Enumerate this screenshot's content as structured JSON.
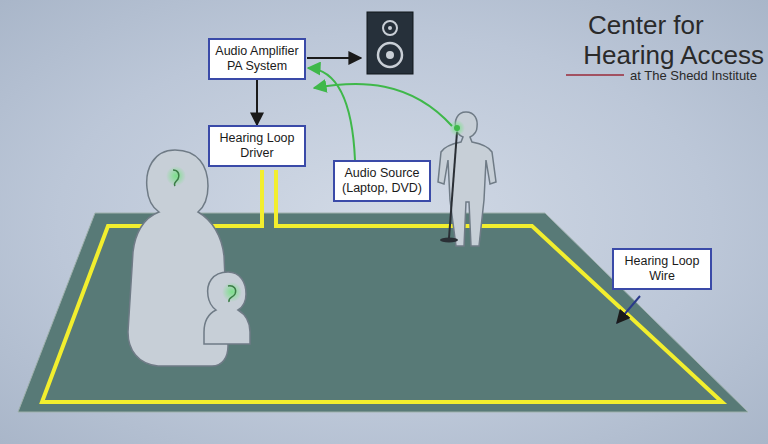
{
  "diagram": {
    "nodes": [
      {
        "text": [
          "Audio Amplifier PA System"
        ]
      },
      {
        "text": [
          "Hearing Loop Driver"
        ]
      },
      {
        "text": [
          "Audio Source (Laptop, DVD)"
        ]
      },
      {
        "text": [
          "Hearing Loop Wire"
        ]
      }
    ],
    "edges": [
      {
        "from": 0,
        "to": 1,
        "arrow": "to"
      },
      {
        "from": 2,
        "to": 0,
        "arrow": "to"
      }
    ],
    "labels": [
      "Center for",
      "Hearing Access",
      "at The Shedd Institute"
    ]
  }
}
